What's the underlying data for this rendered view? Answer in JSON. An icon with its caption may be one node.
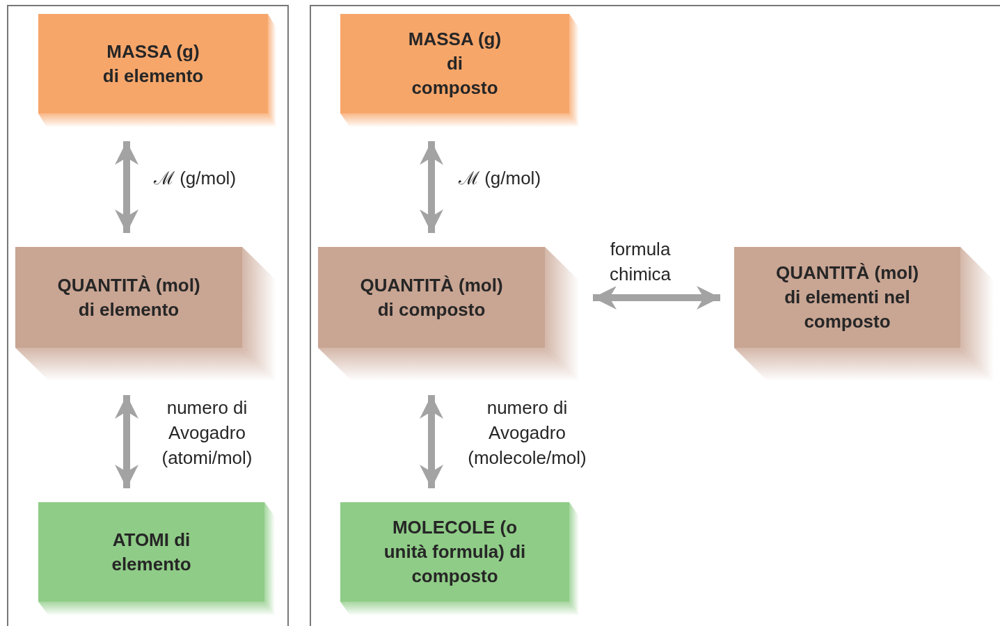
{
  "diagram": {
    "nodes": [
      {
        "text": [],
        "shape": "box"
      },
      {
        "text": [
          "MASSA (g) di elemento"
        ],
        "in": 0
      },
      {
        "text": [
          "QUANTITÀ (mol) di elemento"
        ],
        "in": 0
      },
      {
        "text": [
          "ATOMI di elemento"
        ],
        "in": 0
      },
      {
        "text": [],
        "shape": "box"
      },
      {
        "text": [
          "MASSA (g) di composto"
        ],
        "in": 4
      },
      {
        "text": [
          "QUANTITÀ (mol) di composto"
        ],
        "in": 4
      },
      {
        "text": [
          "QUANTITÀ (mol) di elementi nel composto"
        ],
        "in": 4
      },
      {
        "text": [
          "MOLECOLE (o unità formula) di composto"
        ],
        "in": 4
      }
    ],
    "edges": [
      {
        "from": 1,
        "to": 2,
        "arrow": "both",
        "label": "ℳ (g/mol)"
      },
      {
        "from": 2,
        "to": 3,
        "arrow": "both",
        "label": "numero di Avogadro (atomi/mol)"
      },
      {
        "from": 5,
        "to": 6,
        "arrow": "both",
        "label": "ℳ (g/mol)"
      },
      {
        "from": 6,
        "to": 7,
        "arrow": "both",
        "label": "formula chimica"
      },
      {
        "from": 6,
        "to": 8,
        "arrow": "both",
        "label": "numero di Avogadro (molecole/mol)"
      }
    ]
  }
}
